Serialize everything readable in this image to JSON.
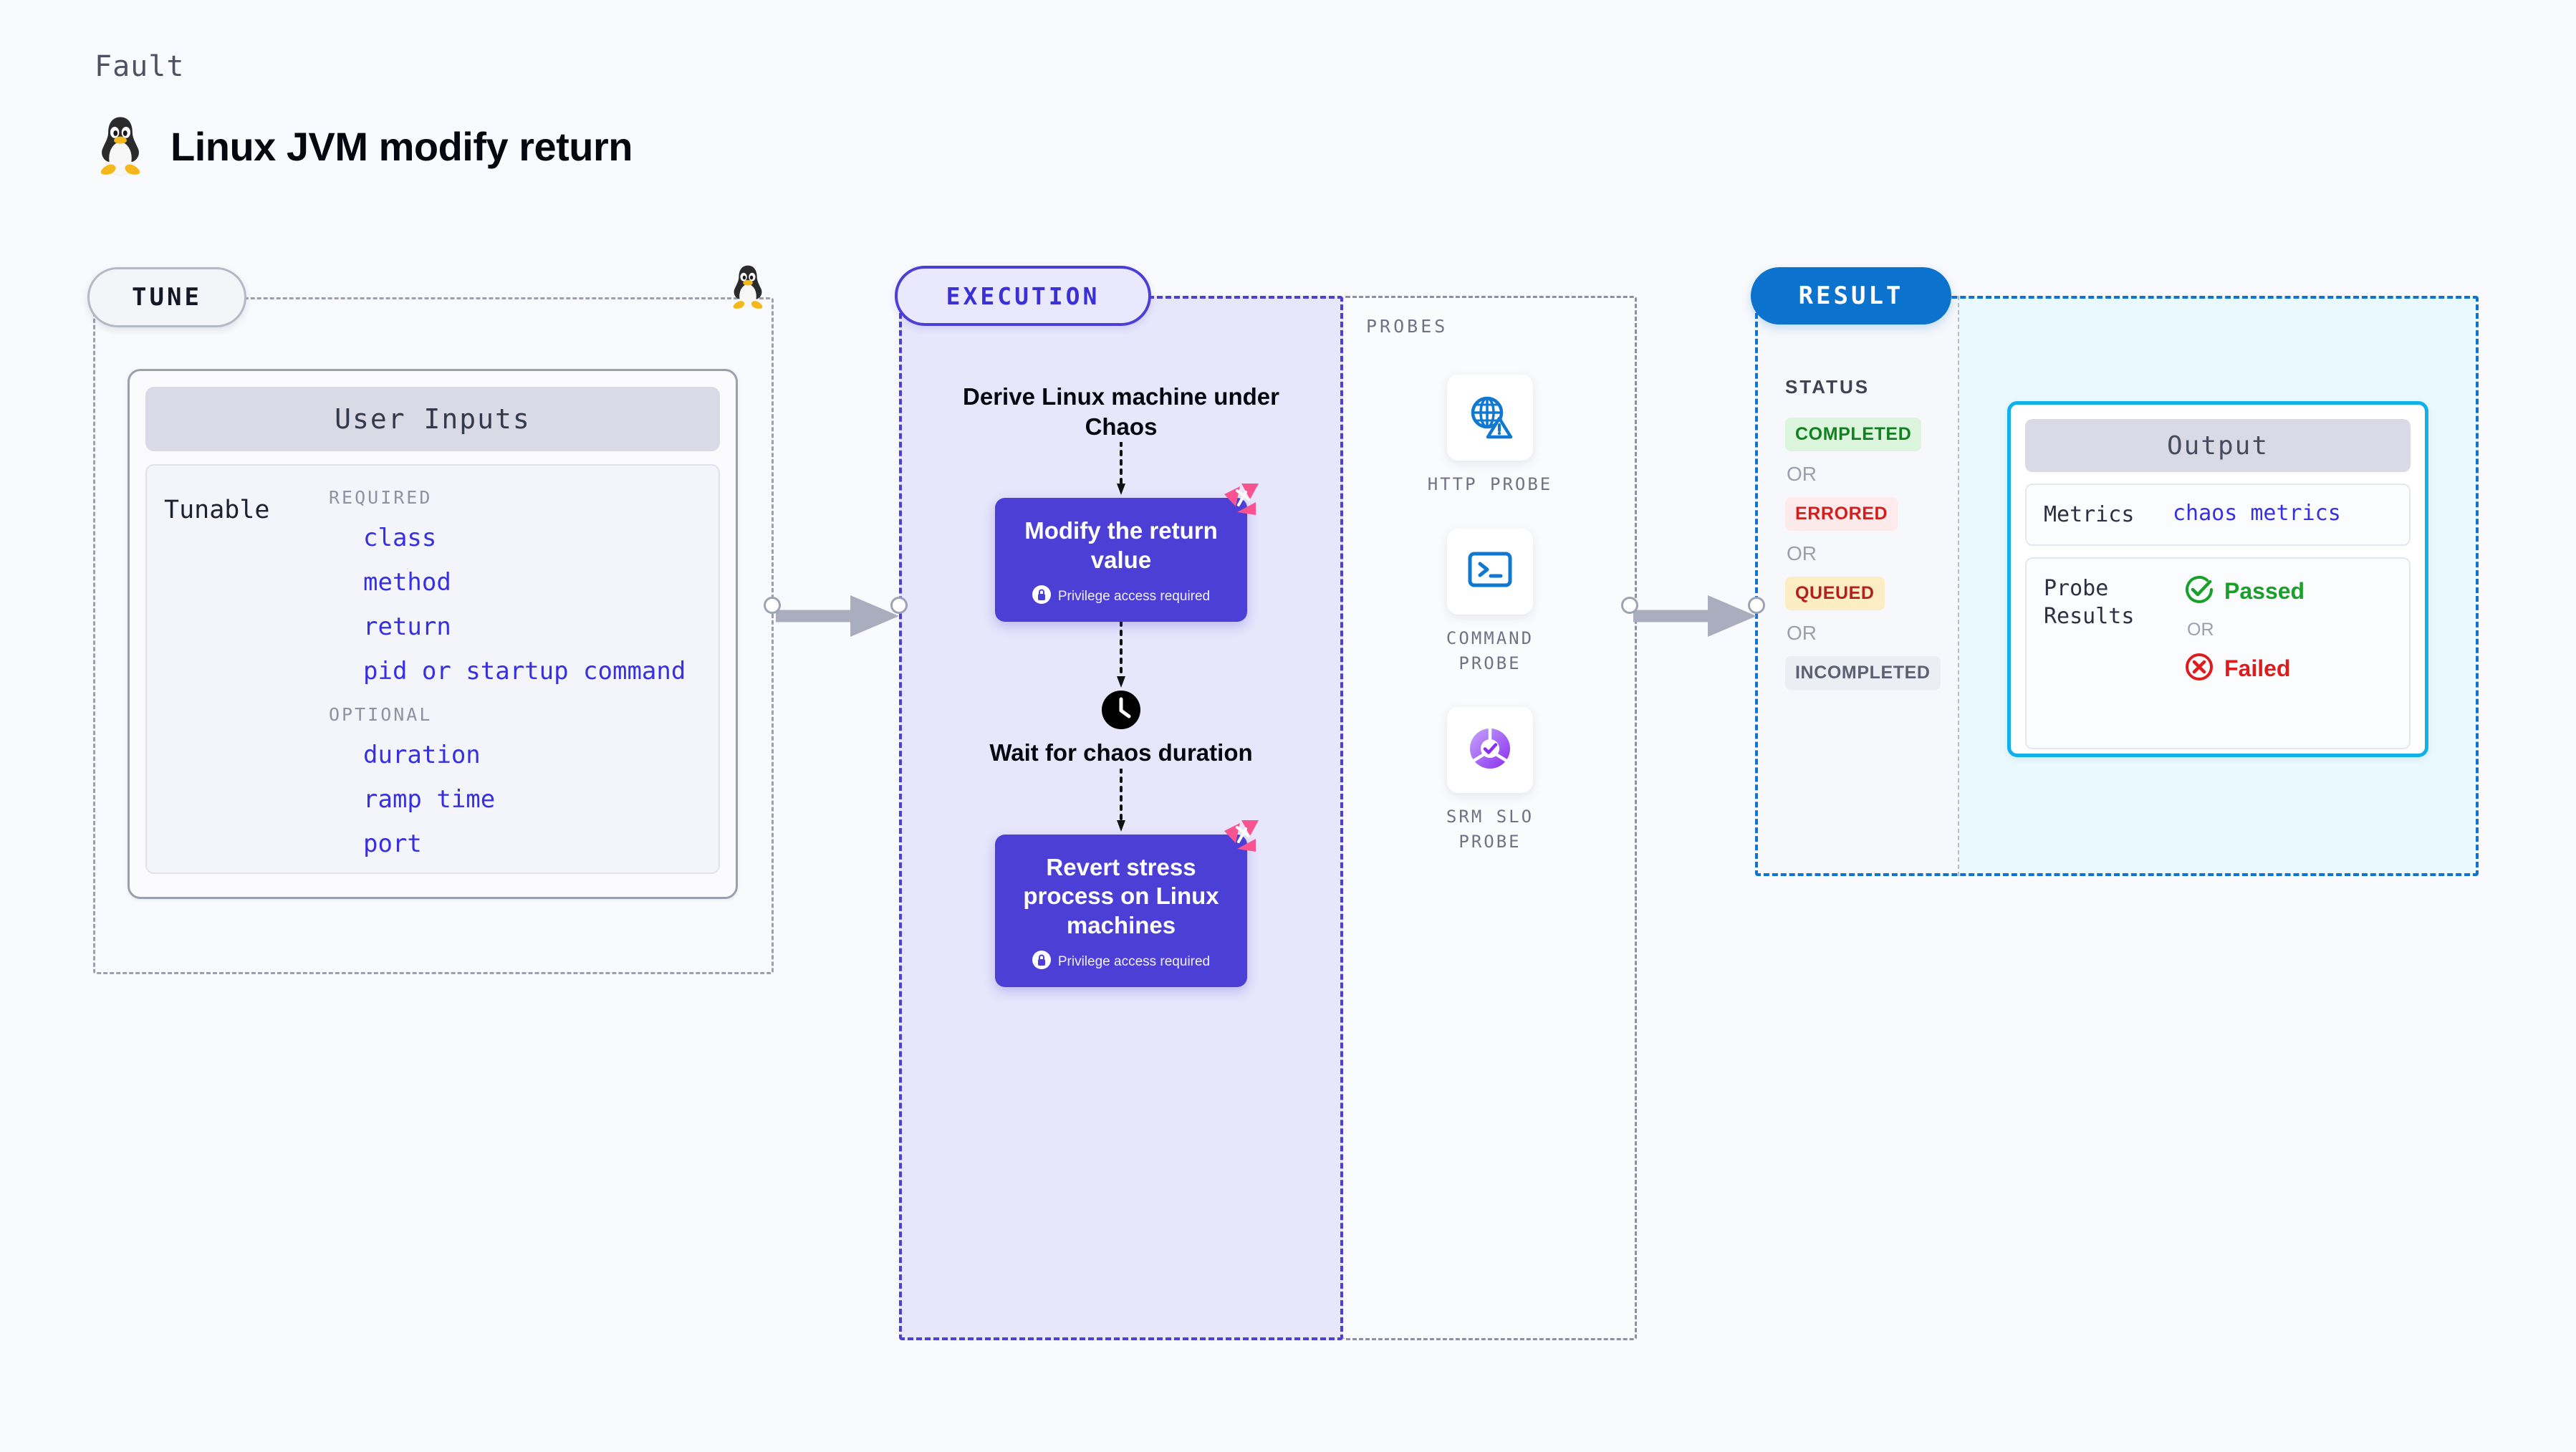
{
  "header": {
    "kicker": "Fault",
    "title": "Linux JVM modify return",
    "icon": "linux-penguin-icon"
  },
  "tune": {
    "pill_label": "TUNE",
    "card_header": "User Inputs",
    "tunable_label": "Tunable",
    "required_label": "REQUIRED",
    "optional_label": "OPTIONAL",
    "required_items": [
      "class",
      "method",
      "return",
      "pid or startup command"
    ],
    "optional_items": [
      "duration",
      "ramp time",
      "port"
    ],
    "accent_color": "#3730e0"
  },
  "execution": {
    "pill_label": "EXECUTION",
    "step_derive": "Derive Linux machine under Chaos",
    "step_modify": "Modify the return value",
    "step_wait": "Wait for chaos duration",
    "step_revert": "Revert stress process on Linux machines",
    "privilege_note": "Privilege access required",
    "lock_icon": "lock-icon",
    "clock_icon": "clock-icon",
    "badge_icon": "litmus-chaos-badge-icon",
    "accent_color": "#4b3fd6"
  },
  "probes": {
    "title": "PROBES",
    "items": [
      {
        "label": "HTTP PROBE",
        "icon": "globe-warning-icon"
      },
      {
        "label": "COMMAND PROBE",
        "icon": "terminal-prompt-icon"
      },
      {
        "label": "SRM SLO PROBE",
        "icon": "slo-donut-check-icon"
      }
    ]
  },
  "result": {
    "pill_label": "RESULT",
    "status_title": "STATUS",
    "or_label": "OR",
    "statuses": [
      {
        "label": "COMPLETED",
        "bg": "#dcf5dd",
        "fg": "#128021"
      },
      {
        "label": "ERRORED",
        "bg": "#fdeaea",
        "fg": "#cf2020"
      },
      {
        "label": "QUEUED",
        "bg": "#fcedc4",
        "fg": "#b32020"
      },
      {
        "label": "INCOMPLETED",
        "bg": "#eceef4",
        "fg": "#5b6072"
      }
    ],
    "output": {
      "header": "Output",
      "metrics_key": "Metrics",
      "metrics_value": "chaos metrics",
      "probe_results_key": "Probe Results",
      "passed_label": "Passed",
      "failed_label": "Failed",
      "or_label": "OR",
      "passed_icon": "check-circle-icon",
      "failed_icon": "x-circle-icon",
      "passed_color": "#19a02a",
      "failed_color": "#e01b1b"
    },
    "accent_color": "#1273cf",
    "output_border_color": "#12b0e8"
  }
}
